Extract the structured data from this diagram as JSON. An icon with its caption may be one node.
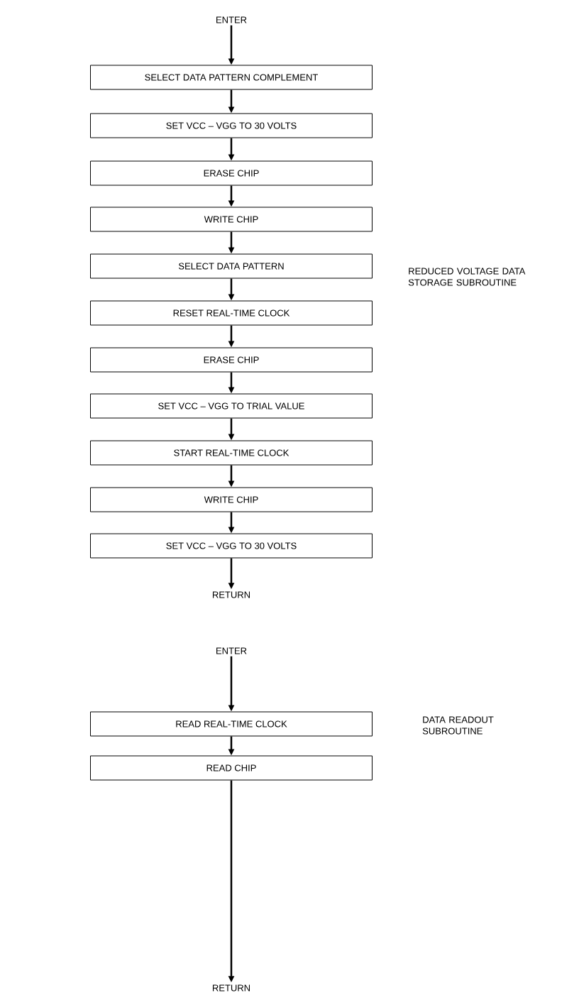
{
  "diagram": {
    "nodes": [
      {
        "text": [
          "ENTER"
        ]
      },
      {
        "text": [
          "SELECT DATA PATTERN COMPLEMENT"
        ]
      },
      {
        "text": [
          "SET VCC – VGG TO 30 VOLTS"
        ]
      },
      {
        "text": [
          "ERASE CHIP"
        ]
      },
      {
        "text": [
          "WRITE CHIP"
        ]
      },
      {
        "text": [
          "SELECT DATA PATTERN"
        ]
      },
      {
        "text": [
          "RESET REAL-TIME CLOCK"
        ]
      },
      {
        "text": [
          "ERASE CHIP"
        ]
      },
      {
        "text": [
          "SET VCC – VGG TO TRIAL VALUE"
        ]
      },
      {
        "text": [
          "START REAL-TIME CLOCK"
        ]
      },
      {
        "text": [
          "WRITE CHIP"
        ]
      },
      {
        "text": [
          "SET VCC – VGG TO 30 VOLTS"
        ]
      },
      {
        "text": [
          "RETURN"
        ]
      },
      {
        "text": [
          "ENTER"
        ]
      },
      {
        "text": [
          "READ REAL-TIME CLOCK"
        ]
      },
      {
        "text": [
          "READ CHIP"
        ]
      },
      {
        "text": [
          "RETURN"
        ]
      }
    ],
    "edges": [
      {
        "from": 0,
        "to": 1,
        "arrow": "to"
      },
      {
        "from": 1,
        "to": 2,
        "arrow": "to"
      },
      {
        "from": 2,
        "to": 3,
        "arrow": "to"
      },
      {
        "from": 3,
        "to": 4,
        "arrow": "to"
      },
      {
        "from": 4,
        "to": 5,
        "arrow": "to"
      },
      {
        "from": 5,
        "to": 6,
        "arrow": "to"
      },
      {
        "from": 6,
        "to": 7,
        "arrow": "to"
      },
      {
        "from": 7,
        "to": 8,
        "arrow": "to"
      },
      {
        "from": 8,
        "to": 9,
        "arrow": "to"
      },
      {
        "from": 9,
        "to": 10,
        "arrow": "to"
      },
      {
        "from": 10,
        "to": 11,
        "arrow": "to"
      },
      {
        "from": 11,
        "to": 12,
        "arrow": "to"
      },
      {
        "from": 13,
        "to": 14,
        "arrow": "to"
      },
      {
        "from": 14,
        "to": 15,
        "arrow": "to"
      },
      {
        "from": 15,
        "to": 16,
        "arrow": "to"
      }
    ],
    "labels": [
      "REDUCED VOLTAGE DATA STORAGE SUBROUTINE",
      "DATA READOUT SUBROUTINE"
    ]
  }
}
